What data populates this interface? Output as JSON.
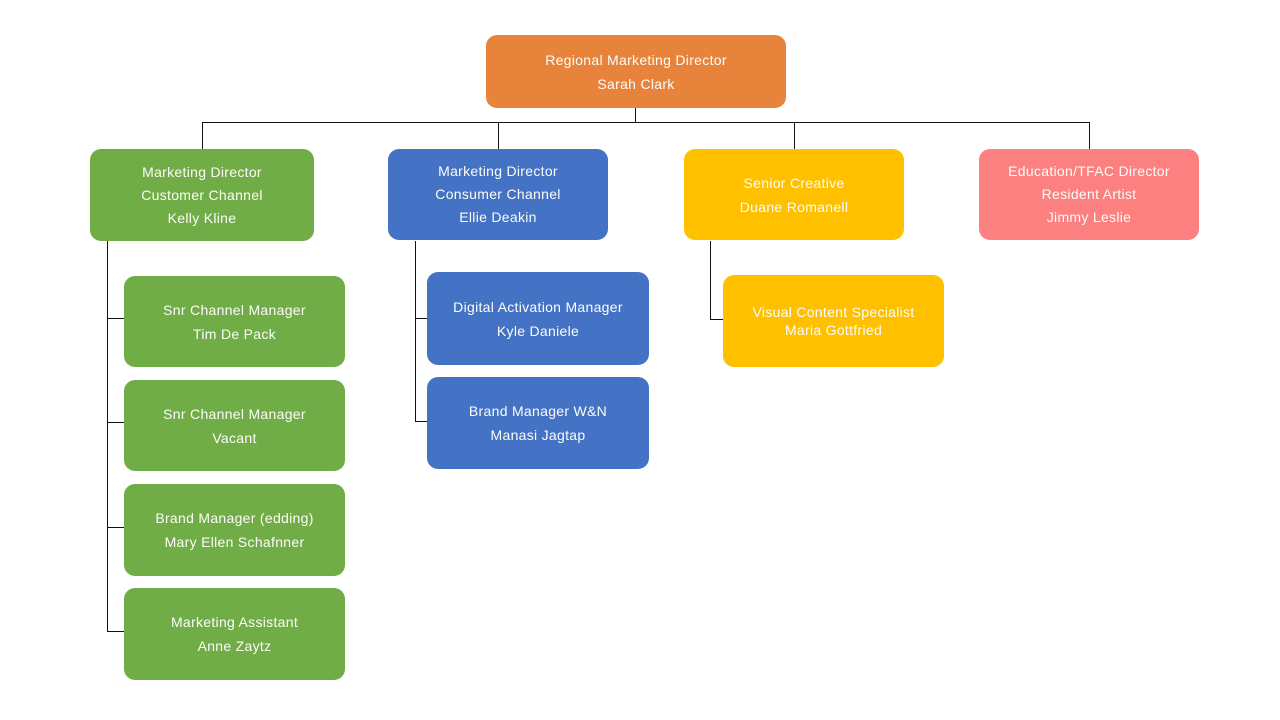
{
  "palette": {
    "orange": "#E8833C",
    "green": "#70AD47",
    "blue": "#4472C4",
    "yellow": "#FFC000",
    "pink": "#FC8080",
    "connector": "#111111",
    "text": "#FDFCF8"
  },
  "org_chart": {
    "type": "org-chart",
    "nodes": [
      {
        "id": "root",
        "role": "Regional Marketing Director",
        "person": "Sarah Clark",
        "reports_to": null,
        "color": "#E8833C",
        "lines": [
          "Regional Marketing Director",
          "Sarah Clark"
        ]
      },
      {
        "id": "kelly-kline",
        "role": "Marketing Director Customer Channel",
        "person": "Kelly Kline",
        "reports_to": "root",
        "color": "#70AD47",
        "lines": [
          "Marketing Director",
          "Customer Channel",
          "Kelly Kline"
        ]
      },
      {
        "id": "ellie-deakin",
        "role": "Marketing Director Consumer Channel",
        "person": "Ellie Deakin",
        "reports_to": "root",
        "color": "#4472C4",
        "lines": [
          "Marketing Director",
          "Consumer Channel",
          "Ellie Deakin"
        ]
      },
      {
        "id": "duane-romanell",
        "role": "Senior Creative",
        "person": "Duane Romanell",
        "reports_to": "root",
        "color": "#FFC000",
        "lines": [
          "Senior Creative",
          "Duane Romanell"
        ]
      },
      {
        "id": "jimmy-leslie",
        "role": "Education/TFAC Director Resident Artist",
        "person": "Jimmy Leslie",
        "reports_to": "root",
        "color": "#FC8080",
        "lines": [
          "Education/TFAC Director",
          "Resident Artist",
          "Jimmy Leslie"
        ]
      },
      {
        "id": "tim-de-pack",
        "role": "Snr Channel Manager",
        "person": "Tim De Pack",
        "reports_to": "kelly-kline",
        "color": "#70AD47",
        "lines": [
          "Snr Channel Manager",
          "Tim De Pack"
        ]
      },
      {
        "id": "vacant-snr-channel-manager",
        "role": "Snr Channel Manager",
        "person": "Vacant",
        "reports_to": "kelly-kline",
        "color": "#70AD47",
        "lines": [
          "Snr Channel Manager",
          "Vacant"
        ]
      },
      {
        "id": "mary-ellen-schafnner",
        "role": "Brand Manager (edding)",
        "person": "Mary Ellen Schafnner",
        "reports_to": "kelly-kline",
        "color": "#70AD47",
        "lines": [
          "Brand Manager (edding)",
          "Mary Ellen Schafnner"
        ]
      },
      {
        "id": "anne-zaytz",
        "role": "Marketing Assistant",
        "person": "Anne Zaytz",
        "reports_to": "kelly-kline",
        "color": "#70AD47",
        "lines": [
          "Marketing Assistant",
          "Anne Zaytz"
        ]
      },
      {
        "id": "kyle-daniele",
        "role": "Digital Activation Manager",
        "person": "Kyle Daniele",
        "reports_to": "ellie-deakin",
        "color": "#4472C4",
        "lines": [
          "Digital Activation Manager",
          "Kyle Daniele"
        ]
      },
      {
        "id": "manasi-jagtap",
        "role": "Brand Manager W&N",
        "person": "Manasi Jagtap",
        "reports_to": "ellie-deakin",
        "color": "#4472C4",
        "lines": [
          "Brand Manager W&N",
          "Manasi Jagtap"
        ]
      },
      {
        "id": "maria-gottfried",
        "role": "Visual Content Specialist",
        "person": "Maria Gottfried",
        "reports_to": "duane-romanell",
        "color": "#FFC000",
        "lines": [
          "Visual Content Specialist",
          "Maria Gottfried"
        ]
      }
    ]
  }
}
